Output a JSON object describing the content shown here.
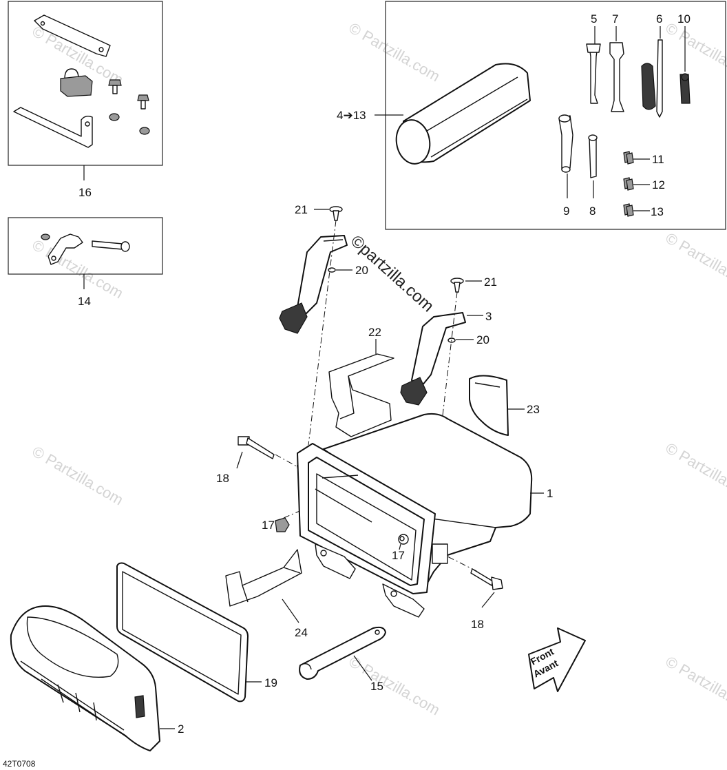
{
  "diagram": {
    "reference_code": "42T0708",
    "watermark": "© Partzilla.com",
    "watermark_main": "©partzilla.com",
    "front_label_line1": "Front",
    "front_label_line2": "Avant",
    "callouts": {
      "c1": "1",
      "c2": "2",
      "c3": "3",
      "c413": "4➔13",
      "c5": "5",
      "c6": "6",
      "c7": "7",
      "c8": "8",
      "c9": "9",
      "c10": "10",
      "c11": "11",
      "c12": "12",
      "c13": "13",
      "c14": "14",
      "c15": "15",
      "c16": "16",
      "c17a": "17",
      "c17b": "17",
      "c18a": "18",
      "c18b": "18",
      "c19": "19",
      "c20a": "20",
      "c20b": "20",
      "c21a": "21",
      "c21b": "21",
      "c22": "22",
      "c23": "23",
      "c24": "24"
    }
  }
}
